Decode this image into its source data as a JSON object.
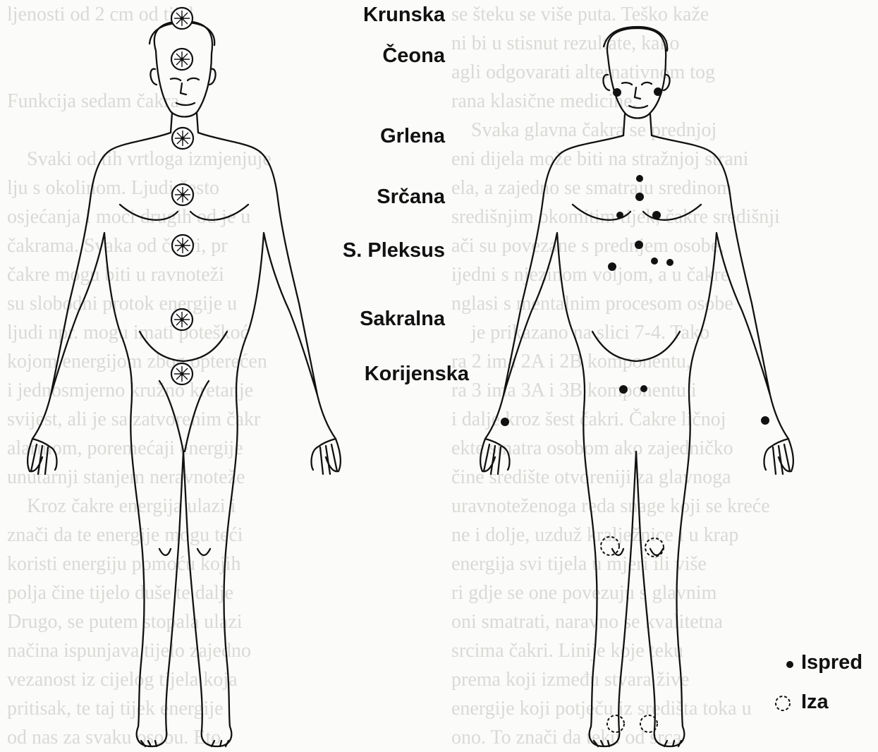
{
  "chakras": [
    {
      "id": "krunska",
      "label": "Krunska"
    },
    {
      "id": "ceona",
      "label": "Čeona"
    },
    {
      "id": "grlena",
      "label": "Grlena"
    },
    {
      "id": "srcana",
      "label": "Srčana"
    },
    {
      "id": "pleksus",
      "label": "S. Pleksus"
    },
    {
      "id": "sakralna",
      "label": "Sakralna"
    },
    {
      "id": "korijenska",
      "label": "Korijenska"
    }
  ],
  "legend": {
    "front": "Ispred",
    "back": "Iza"
  },
  "background_text": {
    "left": [
      "ljenosti od 2 cm od tijel",
      "",
      "",
      "Funkcija sedam čakra",
      "",
      "    Svaki od tih vrtloga izmjenjuje",
      "lju s okolinom. Ljudi često",
      "osjećanja i moći drugih od je u",
      "čakrama. Svaka od čakri, pr",
      "čakre mogu biti u ravnoteži",
      "su slobodni protok energije u",
      "ljudi npr. mogu imati poteškoć",
      "kojom energijom zbog opterećen",
      "i jednosmjerno kružno kretanje",
      "svijest, ali je sa zatvorenim čakr",
      "alarmom, poremećaji energije",
      "unutarnji stanjem neravnoteže",
      "    Kroz čakre energija ulazi i",
      "znači da te energije mogu teći",
      "koristi energiju pomoću kojih",
      "polja čine tijelo duše te dalje",
      "Drugo, se putem stopala ulazi",
      "načina ispunjava tijelo zajedno",
      "vezanost iz cijelog tijela koja",
      "pritisak, te taj tijek energije",
      "od nas za svaku osobu. Eto"
    ],
    "right": [
      "se šteku se više puta. Teško kaže",
      "ni bi u stisnut rezultate, kako",
      "agli odgovarati alternativnom tog",
      "rana klasične medicine.",
      "    Svaka glavna čakra se prednjoj",
      "eni dijela može biti na stražnjoj strani",
      "ela, a zajedno se smatraju sredinom",
      "središnjim okomitim tijek, čakre središnji",
      "ači su povezane s prednjem osobe,",
      "ijedni s njezinom voljom, a u čakre",
      "nglasi s mentalnim procesom osobe",
      "    je prikazano na slici 7-4. Tako",
      "ra 2 ima 2A i 2B komponentu,",
      "ra 3 ima 3A i 3B komponentu i",
      "i dalje kroz šest čakri. Čakre ličnoj",
      "ekte smatra osobom ako zajedničko",
      "čine središte otvoreniji za glavnoga",
      "uravnoteženoga reda snage koji se kreće",
      "ne i dolje, uzduž kralježnice i u krap",
      "energija svi tijela u mjeri ili više",
      "ri gdje se one povezuju s glavnim",
      "oni smatrati, naravno se kvalitetna",
      "srcima čakri. Linije koje teku",
      "prema koji između stvara žive",
      "energije koji potječu iz središta toka u",
      "ono. To znači da teku od srca"
    ]
  }
}
